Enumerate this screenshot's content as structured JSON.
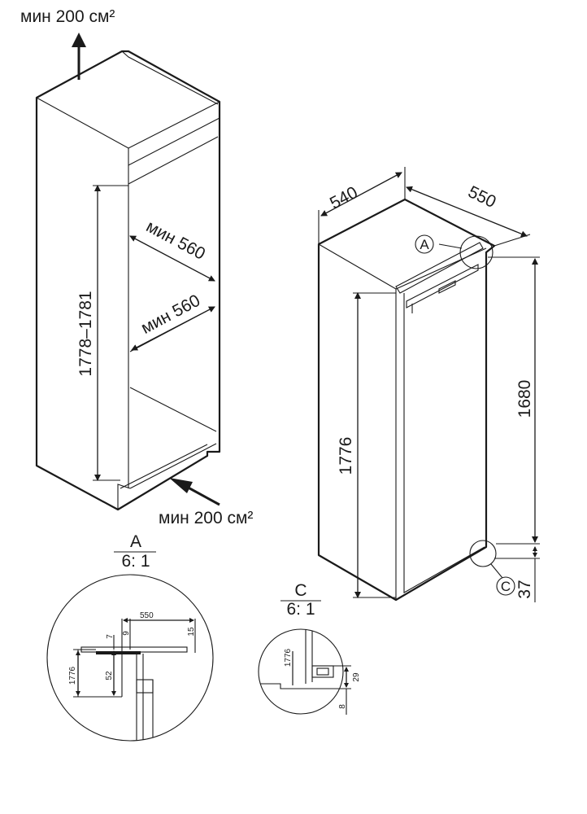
{
  "ventilation": {
    "top_label": "мин 200 см²",
    "bottom_label": "мин 200 см²"
  },
  "niche": {
    "height_label": "1778–1781",
    "upper_width_label": "мин 560",
    "lower_width_label": "мин 560"
  },
  "appliance": {
    "depth_label": "540",
    "width_label": "550",
    "callout_a": "A",
    "callout_c": "C",
    "front_height_label": "1776",
    "rear_height_label": "1680",
    "base_label": "37"
  },
  "detail_a": {
    "title": "A",
    "scale": "6: 1",
    "dims": {
      "d550": "550",
      "d7": "7",
      "d9": "9",
      "d15": "15",
      "d1776": "1776",
      "d52": "52"
    }
  },
  "detail_c": {
    "title": "C",
    "scale": "6: 1",
    "dims": {
      "d1776": "1776",
      "d29": "29",
      "d8": "8"
    }
  }
}
